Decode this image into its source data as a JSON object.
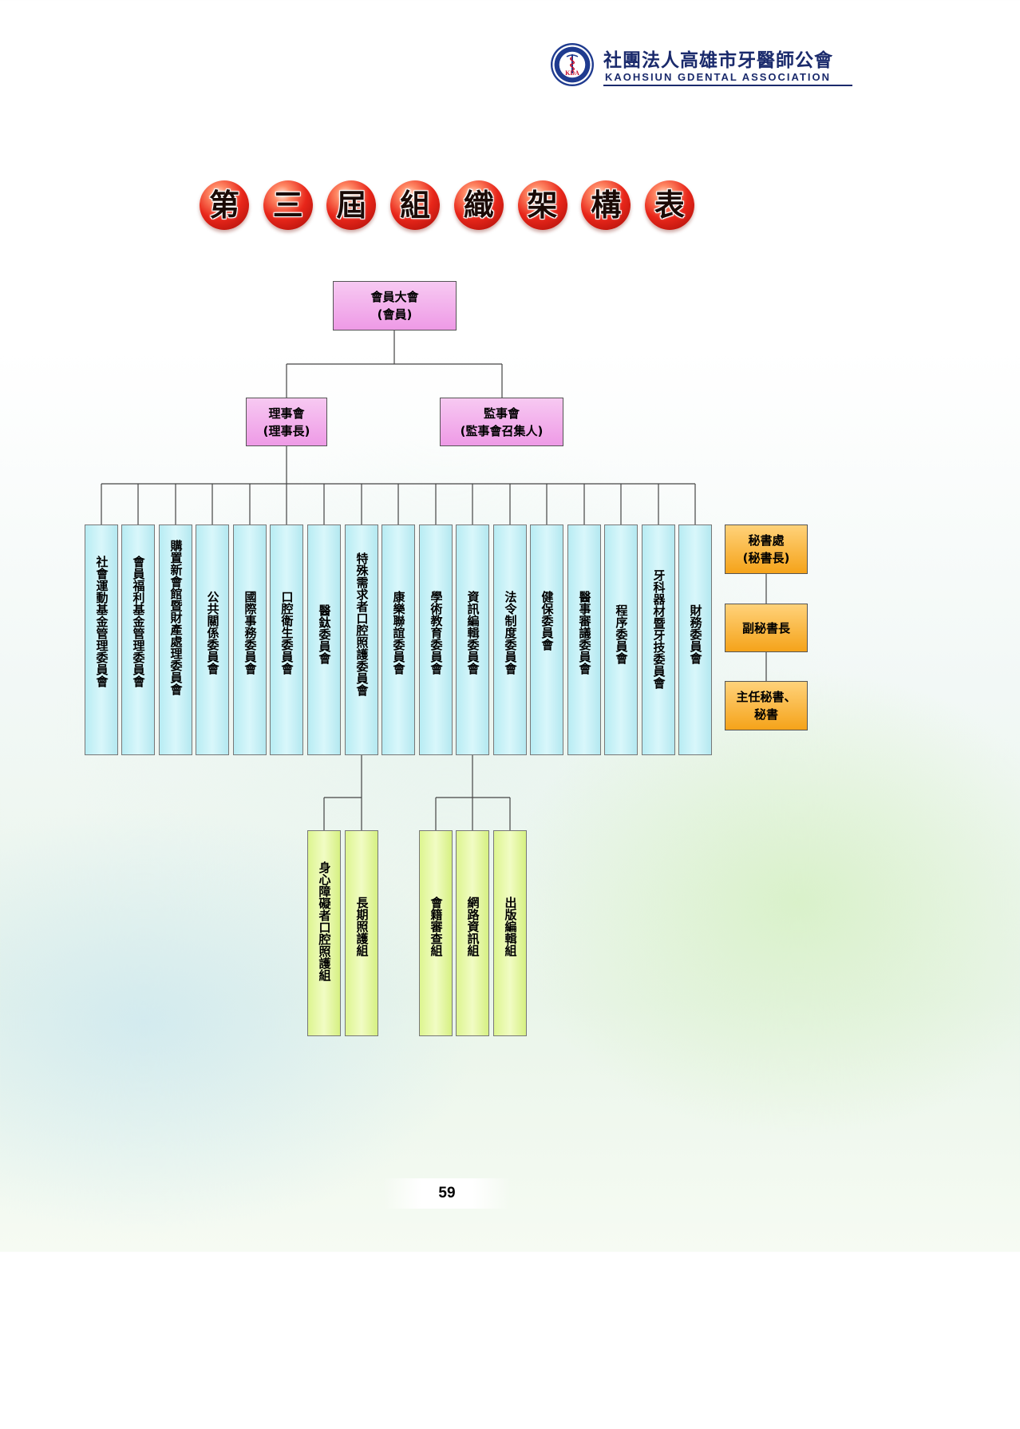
{
  "header": {
    "org_name_cn": "社團法人高雄市牙醫師公會",
    "org_name_en": "KAOHSIUN GDENTAL ASSOCIATION",
    "emblem_letters": "KDA"
  },
  "title": {
    "chars": [
      "第",
      "三",
      "屆",
      "組",
      "織",
      "架",
      "構",
      "表"
    ]
  },
  "chart": {
    "root": {
      "line1": "會員大會",
      "line2": "(會員)"
    },
    "level2": [
      {
        "line1": "理事會",
        "line2": "(理事長)"
      },
      {
        "line1": "監事會",
        "line2": "(監事會召集人)"
      }
    ],
    "committees": [
      "社會運動基金管理委員會",
      "會員福利基金管理委員會",
      "購置新會館暨財產處理委員會",
      "公共關係委員會",
      "國際事務委員會",
      "口腔衛生委員會",
      "醫鈦委員會",
      "特殊需求者口腔照護委員會",
      "康樂聯誼委員會",
      "學術教育委員會",
      "資訊編輯委員會",
      "法令制度委員會",
      "健保委員會",
      "醫事審議委員會",
      "程序委員會",
      "牙科器材暨牙技委員會",
      "財務委員會"
    ],
    "secretariat": [
      {
        "line1": "秘書處",
        "line2": "(秘書長)"
      },
      {
        "line1": "副秘書長",
        "line2": ""
      },
      {
        "line1": "主任秘書、",
        "line2": "秘書"
      }
    ],
    "special_care_groups": [
      "身心障礙者口腔照護組",
      "長期照護組"
    ],
    "info_editing_groups": [
      "會籍審查組",
      "網路資訊組",
      "出版編輯組"
    ]
  },
  "page_number": "59",
  "colors": {
    "root_box": "#ee9ae6",
    "committee_box": "#b8ecf3",
    "sub_group_box": "#ddf590",
    "secretariat_box": "#f5a31a",
    "title_ball": "#e8261a",
    "logo": "#1a2a6c"
  }
}
